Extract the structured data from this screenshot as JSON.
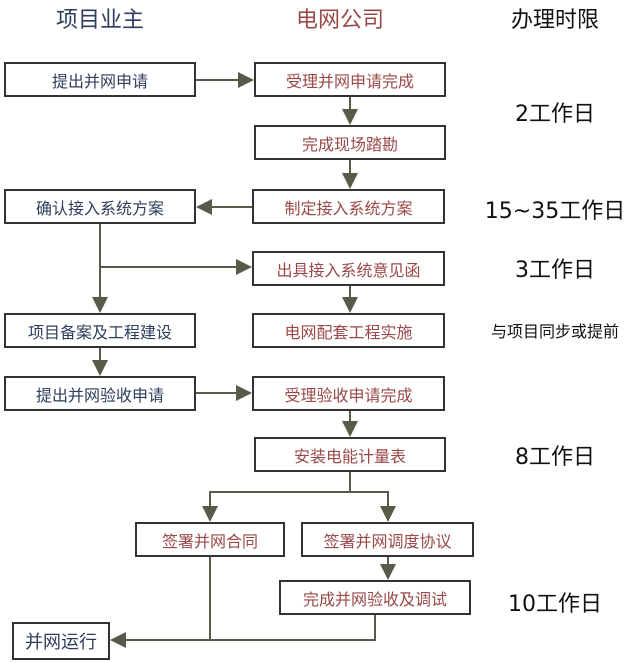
{
  "headers": {
    "owner": "项目业主",
    "grid": "电网公司",
    "time": "办理时限"
  },
  "owner_steps": [
    "提出并网申请",
    "确认接入系统方案",
    "项目备案及工程建设",
    "提出并网验收申请",
    "并网运行"
  ],
  "grid_steps": [
    "受理并网申请完成",
    "完成现场踏勘",
    "制定接入系统方案",
    "出具接入系统意见函",
    "电网配套工程实施",
    "受理验收申请完成",
    "安装电能计量表",
    "签署并网合同",
    "签署并网调度协议",
    "完成并网验收及调试"
  ],
  "time_limits": [
    "2工作日",
    "15~35工作日",
    "3工作日",
    "与项目同步或提前",
    "8工作日",
    "10工作日"
  ],
  "colors": {
    "owner_text": "#2f3d5c",
    "grid_text": "#9a4848",
    "line": "#5a5a48"
  }
}
